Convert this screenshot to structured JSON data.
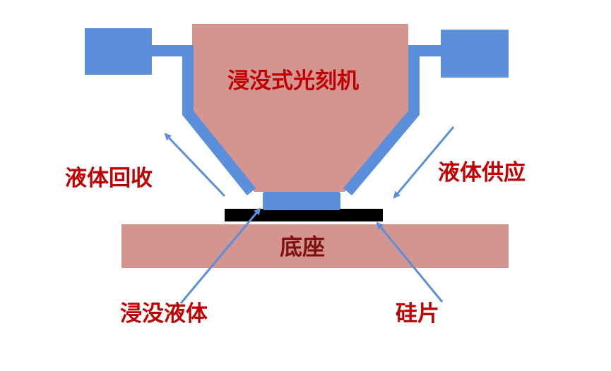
{
  "labels": {
    "machine": "浸没式光刻机",
    "recovery": "液体回收",
    "supply": "液体供应",
    "base": "底座",
    "immersion_liquid": "浸没液体",
    "wafer": "硅片"
  },
  "colors": {
    "machine_fill": "#d49590",
    "base_fill": "#d49590",
    "tube_blue": "#5b8fdb",
    "arrow_blue": "#5b8fdb",
    "wafer_black": "#000000",
    "label_red": "#c00000",
    "label_dark_red": "#7f1010"
  }
}
